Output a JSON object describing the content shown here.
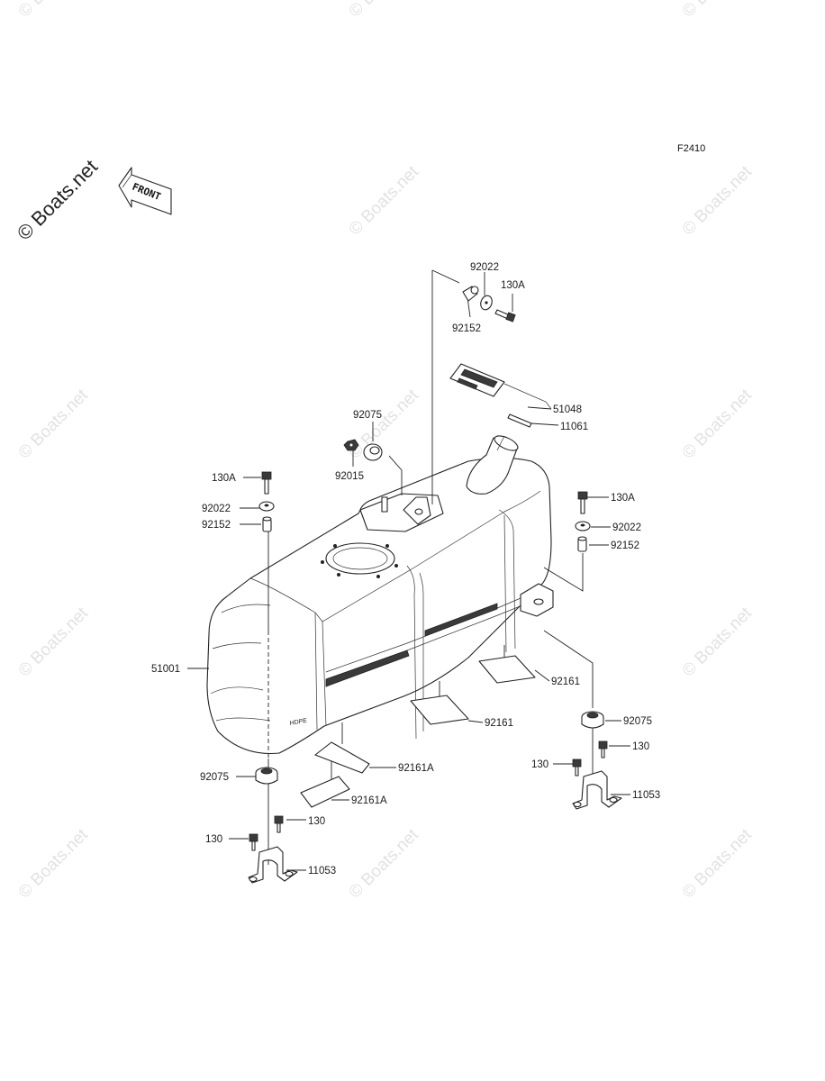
{
  "figure_code": "F2410",
  "front_arrow_label": "FRONT",
  "watermark_main": "© Boats.net",
  "watermark_repeat": "© Boats.net",
  "callouts": {
    "top_washer_92022": "92022",
    "top_bolt_130A": "130A",
    "top_collar_92152": "92152",
    "label_51048": "51048",
    "gasket_11061": "11061",
    "damper_92075_top": "92075",
    "nut_92015": "92015",
    "left_bolt_130A": "130A",
    "left_washer_92022": "92022",
    "left_collar_92152": "92152",
    "tank_51001": "51001",
    "right_bolt_130A": "130A",
    "right_washer_92022": "92022",
    "right_collar_92152": "92152",
    "pad_92161_upper": "92161",
    "pad_92161_lower": "92161",
    "damper_92075_right": "92075",
    "right_bolt_130_a": "130",
    "right_bolt_130_b": "130",
    "bracket_11053_right": "11053",
    "pad_92161A_upper": "92161A",
    "damper_92075_left": "92075",
    "pad_92161A_lower": "92161A",
    "left_bolt_130_a": "130",
    "left_bolt_130_b": "130",
    "bracket_11053_left": "11053"
  }
}
